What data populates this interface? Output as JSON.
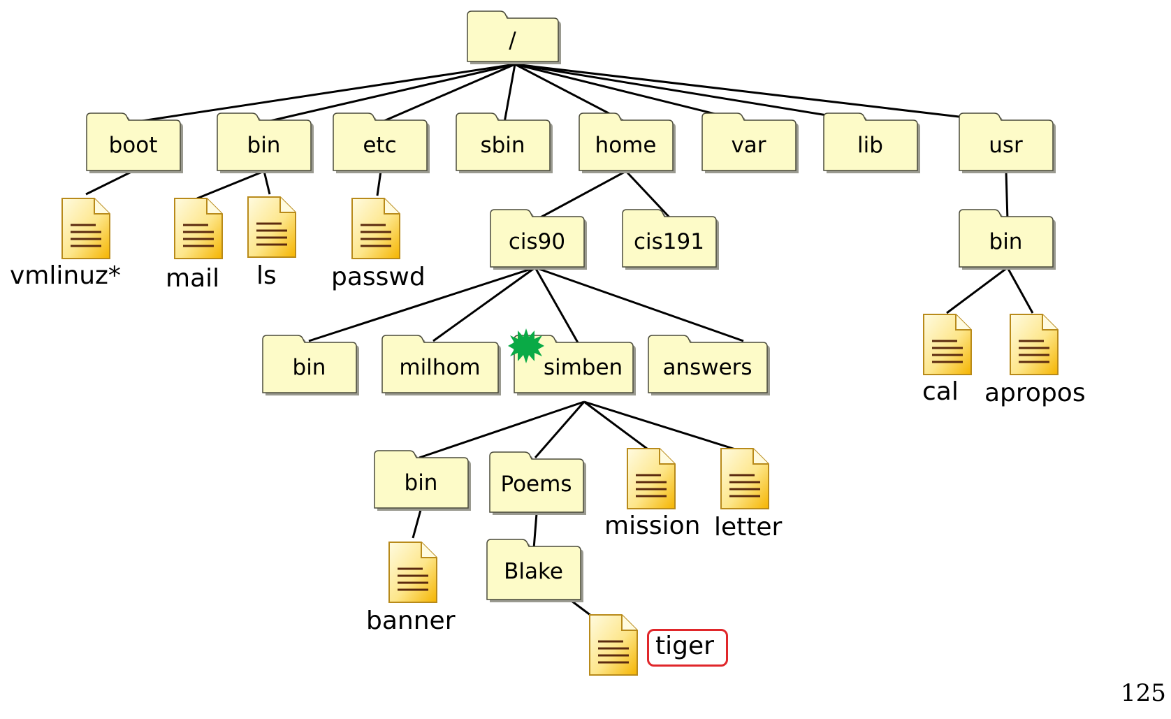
{
  "tree": {
    "root": {
      "label": "/"
    },
    "root_children": [
      {
        "label": "boot"
      },
      {
        "label": "bin"
      },
      {
        "label": "etc"
      },
      {
        "label": "sbin"
      },
      {
        "label": "home"
      },
      {
        "label": "var"
      },
      {
        "label": "lib"
      },
      {
        "label": "usr"
      }
    ],
    "boot_files": [
      {
        "label": "vmlinuz*"
      }
    ],
    "bin_files": [
      {
        "label": "mail"
      },
      {
        "label": "ls"
      }
    ],
    "etc_files": [
      {
        "label": "passwd"
      }
    ],
    "home_children": [
      {
        "label": "cis90"
      },
      {
        "label": "cis191"
      }
    ],
    "cis90_children": [
      {
        "label": "bin"
      },
      {
        "label": "milhom"
      },
      {
        "label": "simben"
      },
      {
        "label": "answers"
      }
    ],
    "simben_children": [
      {
        "label": "bin"
      },
      {
        "label": "Poems"
      },
      {
        "label": "mission"
      },
      {
        "label": "letter"
      }
    ],
    "simben_bin_files": [
      {
        "label": "banner"
      }
    ],
    "poems_children": [
      {
        "label": "Blake"
      }
    ],
    "blake_files": [
      {
        "label": "tiger"
      }
    ],
    "usr_children": [
      {
        "label": "bin"
      }
    ],
    "usr_bin_files": [
      {
        "label": "cal"
      },
      {
        "label": "apropos"
      }
    ]
  },
  "colors": {
    "folder_fill": "#fdfbc8",
    "folder_stroke": "#4a4a3a",
    "file_accent": "#f5b400",
    "highlight": "#e0262a",
    "marker": "#0aaa46"
  },
  "markers": {
    "current_directory_marker": "green-starburst"
  },
  "page_number": "125"
}
